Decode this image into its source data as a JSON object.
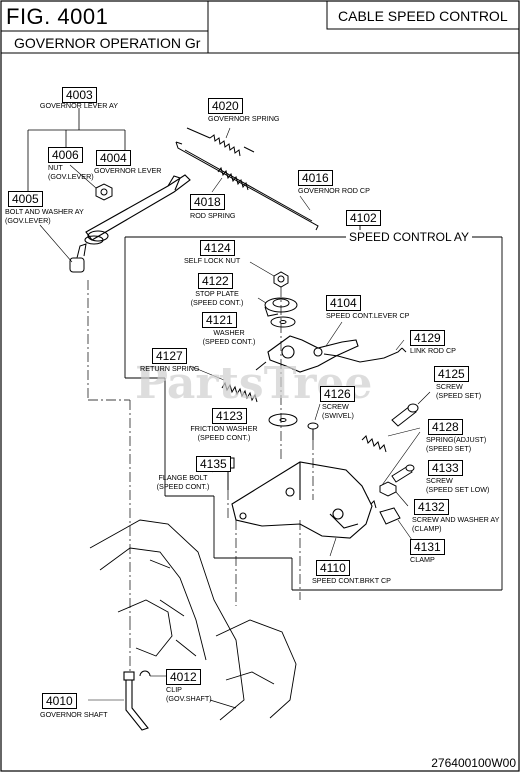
{
  "header": {
    "fig_label": "FIG.  4001",
    "subtitle": "GOVERNOR OPERATION Gr",
    "title": "CABLE SPEED CONTROL"
  },
  "watermark": "PartsTree",
  "assembly_label": "SPEED CONTROL AY",
  "parts": [
    {
      "id": "p4003",
      "num": "4003",
      "desc": "GOVERNOR LEVER AY"
    },
    {
      "id": "p4006",
      "num": "4006",
      "desc": "NUT\n(GOV.LEVER)"
    },
    {
      "id": "p4004",
      "num": "4004",
      "desc": "GOVERNOR LEVER"
    },
    {
      "id": "p4005",
      "num": "4005",
      "desc": "BOLT AND WASHER AY\n(GOV.LEVER)"
    },
    {
      "id": "p4020",
      "num": "4020",
      "desc": "GOVERNOR SPRING"
    },
    {
      "id": "p4018",
      "num": "4018",
      "desc": "ROD SPRING"
    },
    {
      "id": "p4016",
      "num": "4016",
      "desc": "GOVERNOR ROD CP"
    },
    {
      "id": "p4102",
      "num": "4102",
      "desc": ""
    },
    {
      "id": "p4124",
      "num": "4124",
      "desc": "SELF LOCK NUT"
    },
    {
      "id": "p4122",
      "num": "4122",
      "desc": "STOP PLATE\n(SPEED CONT.)"
    },
    {
      "id": "p4104",
      "num": "4104",
      "desc": "SPEED CONT.LEVER CP"
    },
    {
      "id": "p4121",
      "num": "4121",
      "desc": "WASHER\n(SPEED CONT.)"
    },
    {
      "id": "p4129",
      "num": "4129",
      "desc": "LINK ROD CP"
    },
    {
      "id": "p4127",
      "num": "4127",
      "desc": "RETURN SPRING"
    },
    {
      "id": "p4125",
      "num": "4125",
      "desc": "SCREW\n(SPEED SET)"
    },
    {
      "id": "p4126",
      "num": "4126",
      "desc": "SCREW\n(SWIVEL)"
    },
    {
      "id": "p4123",
      "num": "4123",
      "desc": "FRICTION WASHER\n(SPEED CONT.)"
    },
    {
      "id": "p4128",
      "num": "4128",
      "desc": "SPRING(ADJUST)\n(SPEED SET)"
    },
    {
      "id": "p4135",
      "num": "4135",
      "desc": "FLANGE BOLT\n(SPEED CONT.)"
    },
    {
      "id": "p4133",
      "num": "4133",
      "desc": "SCREW\n(SPEED SET LOW)"
    },
    {
      "id": "p4132",
      "num": "4132",
      "desc": "SCREW AND WASHER AY\n(CLAMP)"
    },
    {
      "id": "p4131",
      "num": "4131",
      "desc": "CLAMP"
    },
    {
      "id": "p4110",
      "num": "4110",
      "desc": "SPEED CONT.BRKT CP"
    },
    {
      "id": "p4012",
      "num": "4012",
      "desc": "CLIP\n(GOV.SHAFT)"
    },
    {
      "id": "p4010",
      "num": "4010",
      "desc": "GOVERNOR SHAFT"
    }
  ],
  "footer_code": "276400100W00"
}
